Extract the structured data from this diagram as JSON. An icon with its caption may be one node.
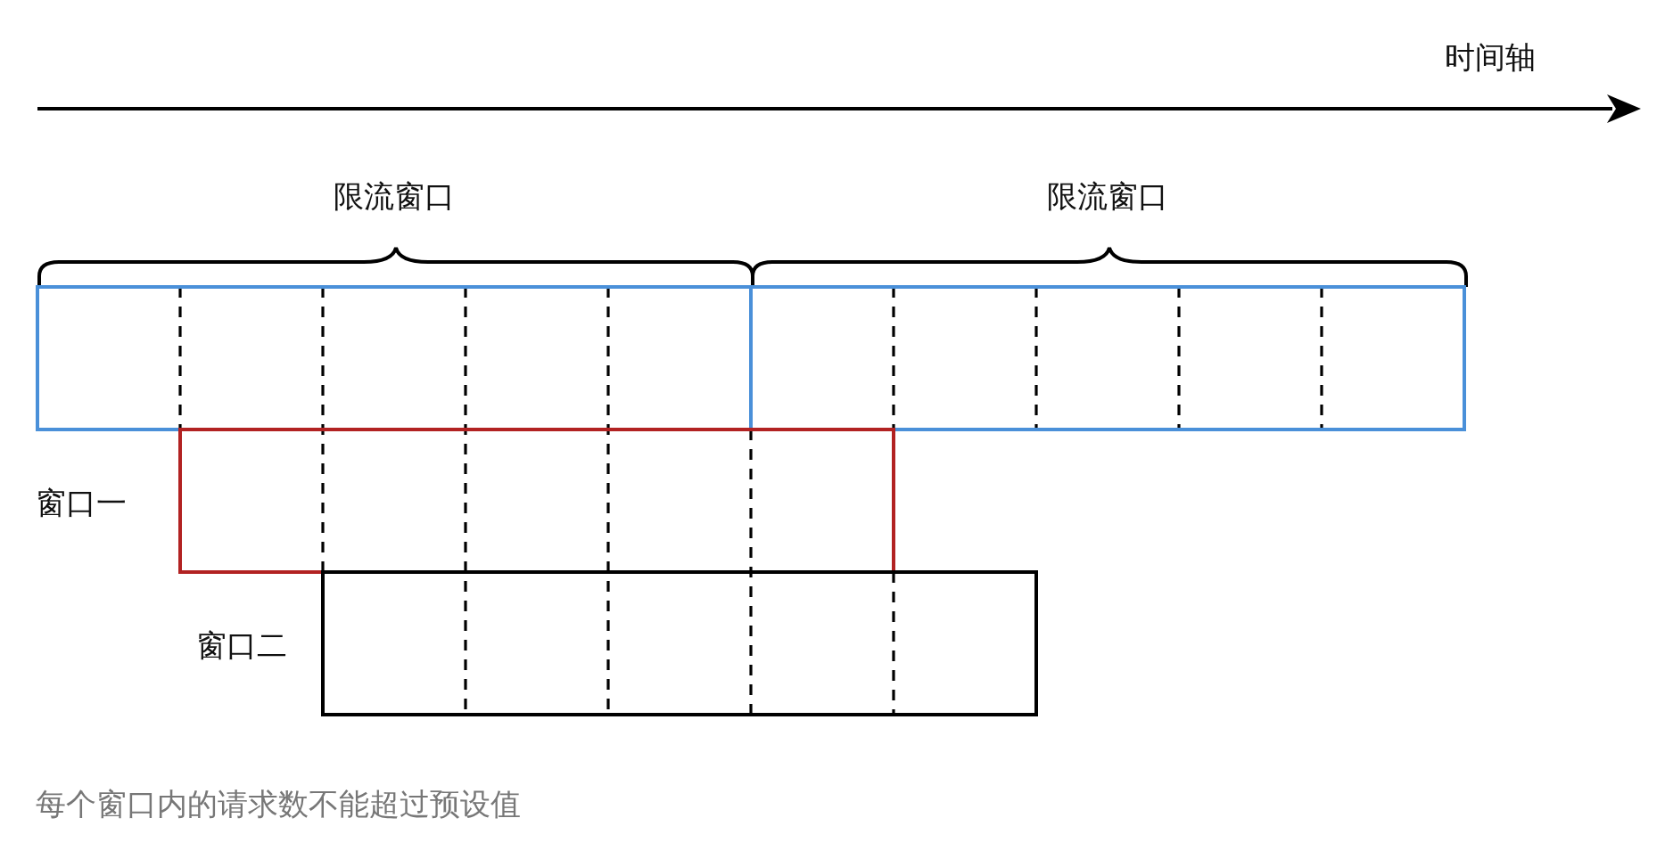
{
  "diagram": {
    "nodes": [
      {
        "text": [
          "限流窗口"
        ]
      },
      {
        "text": [
          "限流窗口"
        ]
      },
      {
        "text": [],
        "shape": "box",
        "beside": [
          "窗口一"
        ]
      },
      {
        "text": [],
        "shape": "box",
        "beside": [
          "窗口二"
        ]
      }
    ],
    "labels": [
      "时间轴",
      "每个窗口内的请求数不能超过预设值"
    ]
  }
}
